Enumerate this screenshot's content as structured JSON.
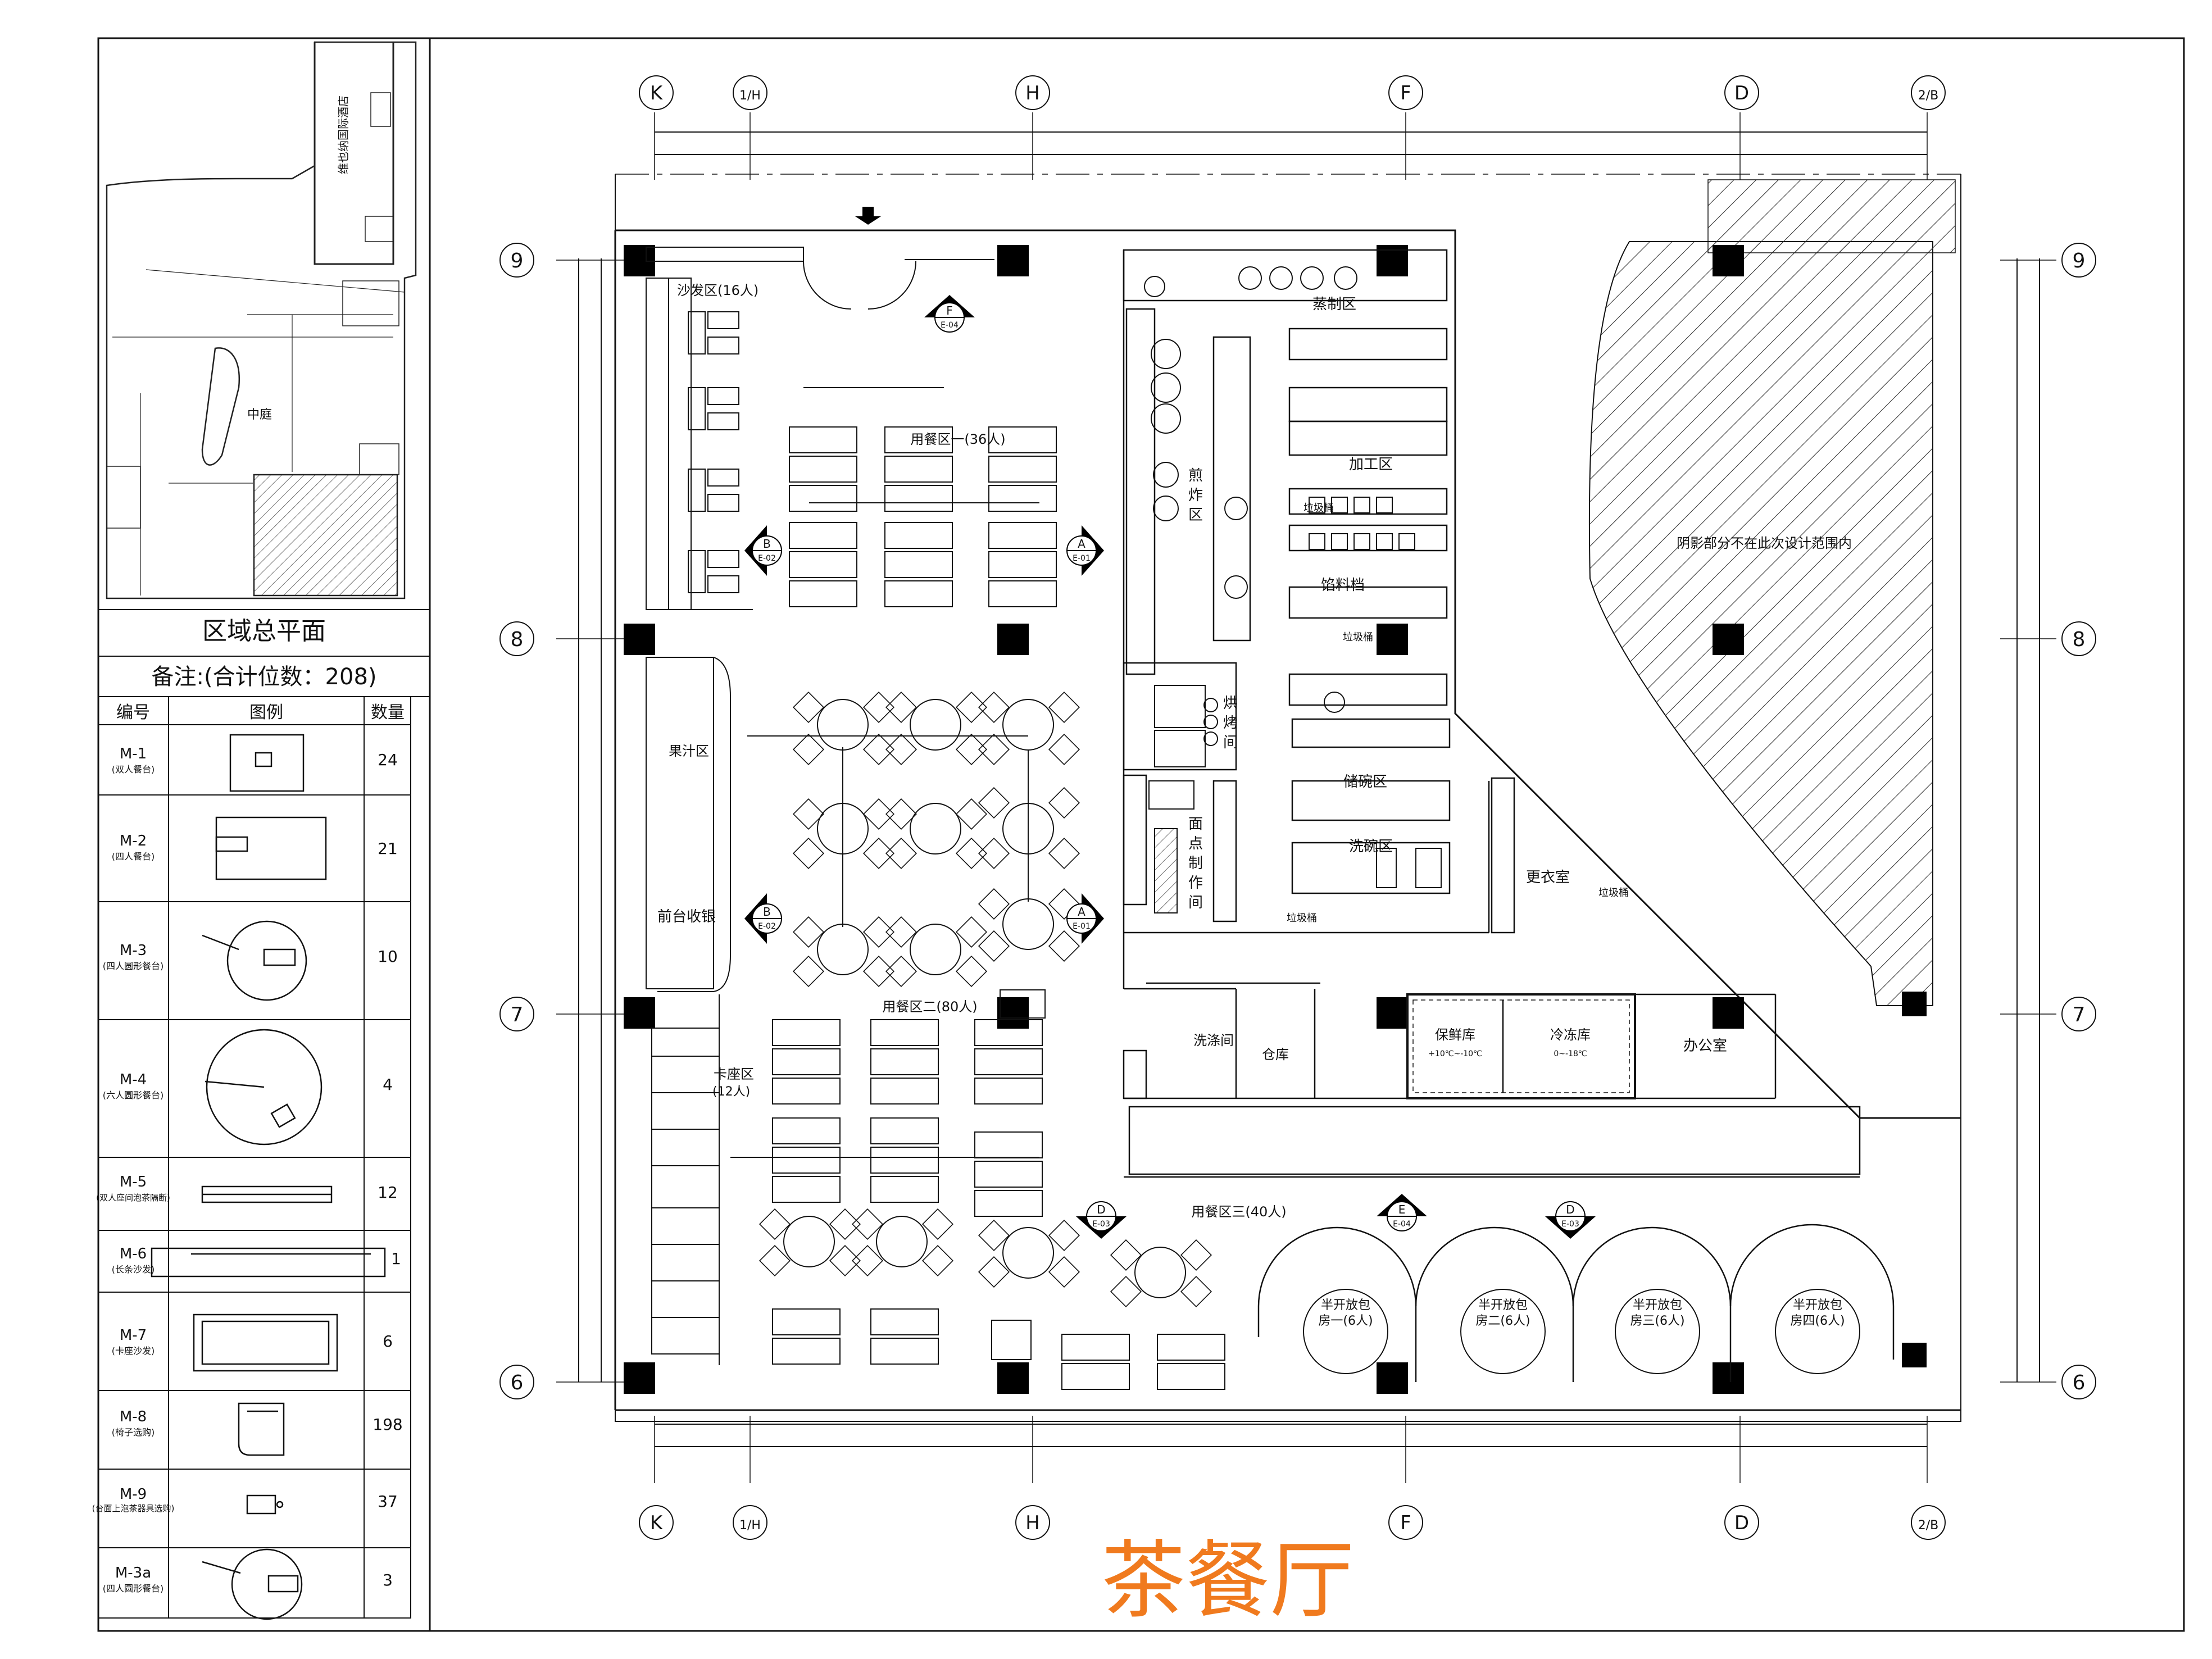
{
  "title": "茶餐厅",
  "title_color": "#f07a1e",
  "site_plan": {
    "caption": "区域总平面",
    "courtyard_label": "中庭",
    "building_label": "维也纳国际酒店"
  },
  "legend": {
    "note": "备注:(合计位数：208)",
    "headers": [
      "编号",
      "图例",
      "数量"
    ],
    "rows": [
      {
        "code": "M-1",
        "desc": "(双人餐台)",
        "qty": "24",
        "icon": "two-person-table-icon"
      },
      {
        "code": "M-2",
        "desc": "(四人餐台)",
        "qty": "21",
        "icon": "four-person-table-icon"
      },
      {
        "code": "M-3",
        "desc": "(四人圆形餐台)",
        "qty": "10",
        "icon": "round-table-four-icon"
      },
      {
        "code": "M-4",
        "desc": "(六人圆形餐台)",
        "qty": "4",
        "icon": "round-table-six-icon"
      },
      {
        "code": "M-5",
        "desc": "(双人座间泡茶隔断)",
        "qty": "12",
        "icon": "tea-partition-icon"
      },
      {
        "code": "M-6",
        "desc": "(长条沙发)",
        "qty": "1",
        "icon": "long-sofa-icon"
      },
      {
        "code": "M-7",
        "desc": "(卡座沙发)",
        "qty": "6",
        "icon": "booth-sofa-icon"
      },
      {
        "code": "M-8",
        "desc": "(椅子选购)",
        "qty": "198",
        "icon": "chair-icon"
      },
      {
        "code": "M-9",
        "desc": "(台面上泡茶器具选购)",
        "qty": "37",
        "icon": "tea-set-icon"
      },
      {
        "code": "M-3a",
        "desc": "(四人圆形餐台)",
        "qty": "3",
        "icon": "round-table-four-icon"
      }
    ]
  },
  "grid_axes": {
    "columns": [
      "K",
      "1/H",
      "H",
      "F",
      "D",
      "2/B"
    ],
    "rows": [
      "9",
      "8",
      "7",
      "6"
    ]
  },
  "section_markers": [
    {
      "letter": "F",
      "ref": "E-04"
    },
    {
      "letter": "B",
      "ref": "E-02"
    },
    {
      "letter": "A",
      "ref": "E-01"
    },
    {
      "letter": "B",
      "ref": "E-02"
    },
    {
      "letter": "A",
      "ref": "E-01"
    },
    {
      "letter": "D",
      "ref": "E-03"
    },
    {
      "letter": "E",
      "ref": "E-04"
    },
    {
      "letter": "D",
      "ref": "E-03"
    }
  ],
  "rooms": {
    "sofa_area": "沙发区(16人)",
    "dining_1": "用餐区一(36人)",
    "juice_bar": "果汁区",
    "reception": "前台收银",
    "dining_2": "用餐区二(80人)",
    "booth_area": "卡座区",
    "booth_count": "(12人)",
    "dining_3": "用餐区三(40人)",
    "private_1": [
      "半开放包",
      "房一(6人)"
    ],
    "private_2": [
      "半开放包",
      "房二(6人)"
    ],
    "private_3": [
      "半开放包",
      "房三(6人)"
    ],
    "private_4": [
      "半开放包",
      "房四(6人)"
    ],
    "steam_area": "蒸制区",
    "fry_area": [
      "煎",
      "炸",
      "区"
    ],
    "prep_area": "加工区",
    "trash_1": "垃圾桶",
    "filling_area": "馅料档",
    "trash_2": "垃圾桶",
    "bake_room": [
      "烘",
      "烤",
      "间"
    ],
    "dish_storage": "储碗区",
    "pastry_room": [
      "面",
      "点",
      "制",
      "作",
      "间"
    ],
    "dish_wash": "洗碗区",
    "locker_room": "更衣室",
    "trash_3": "垃圾桶",
    "trash_4": "垃圾桶",
    "wash_room": "洗涤间",
    "warehouse": "仓库",
    "fresh_storage": "保鲜库",
    "fresh_temp": "+10℃~-10℃",
    "cold_storage": "冷冻库",
    "cold_temp": "0~-18℃",
    "office": "办公室",
    "shaded_note": "阴影部分不在此次设计范围内"
  }
}
